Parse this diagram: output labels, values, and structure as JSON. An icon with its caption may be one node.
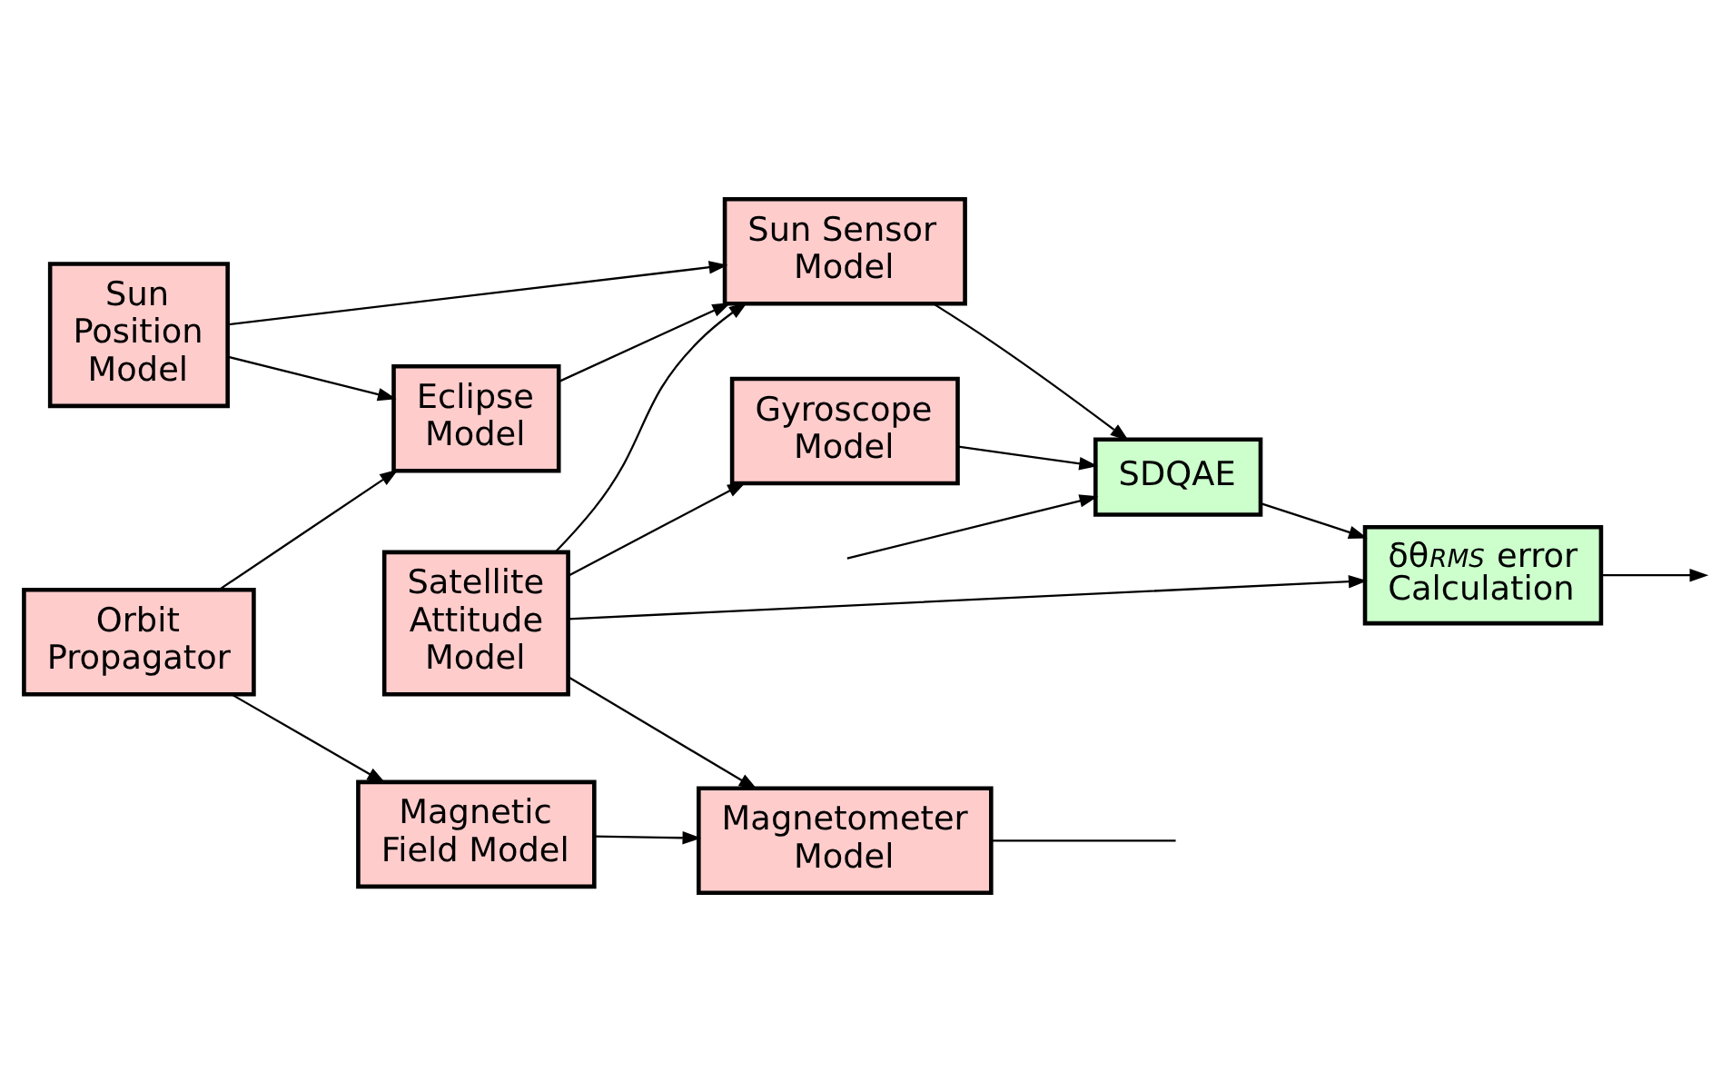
{
  "diagram": {
    "nodes": [
      {
        "text": [
          "Sun Position Model"
        ]
      },
      {
        "text": [
          "Eclipse Model"
        ]
      },
      {
        "text": [
          "Sun Sensor Model"
        ]
      },
      {
        "text": [
          "Orbit Propagator"
        ]
      },
      {
        "text": [
          "Gyroscope Model"
        ]
      },
      {
        "text": [
          "SDQAE"
        ]
      },
      {
        "text": [
          "Satellite Attitude Model"
        ]
      },
      {
        "text": [
          "δθ$_{RMS}$ error Calculation"
        ]
      },
      {
        "text": [
          "Magnetic Field Model"
        ]
      },
      {
        "text": [
          "Magnetometer Model"
        ]
      }
    ],
    "edges": [
      {
        "from": 0,
        "to": 1,
        "arrow": "to"
      },
      {
        "from": 0,
        "to": 2,
        "arrow": "to"
      },
      {
        "from": 3,
        "to": 1,
        "arrow": "to"
      },
      {
        "from": 3,
        "to": 8,
        "arrow": "to"
      },
      {
        "from": 1,
        "to": 2,
        "arrow": "to"
      },
      {
        "from": 2,
        "to": 5,
        "arrow": "to"
      },
      {
        "from": 4,
        "to": 5,
        "arrow": "to"
      },
      {
        "from": null,
        "to": 5,
        "arrow": "to"
      },
      {
        "from": 6,
        "to": 2,
        "arrow": "to"
      },
      {
        "from": 6,
        "to": 4,
        "arrow": "to"
      },
      {
        "from": 6,
        "to": 9,
        "arrow": "to"
      },
      {
        "from": 6,
        "to": 7,
        "arrow": "to"
      },
      {
        "from": 5,
        "to": 7,
        "arrow": "to"
      },
      {
        "from": 7,
        "to": null,
        "arrow": "to"
      },
      {
        "from": 8,
        "to": 9,
        "arrow": "to"
      },
      {
        "from": 9,
        "to": null,
        "arrow": "none"
      }
    ]
  }
}
